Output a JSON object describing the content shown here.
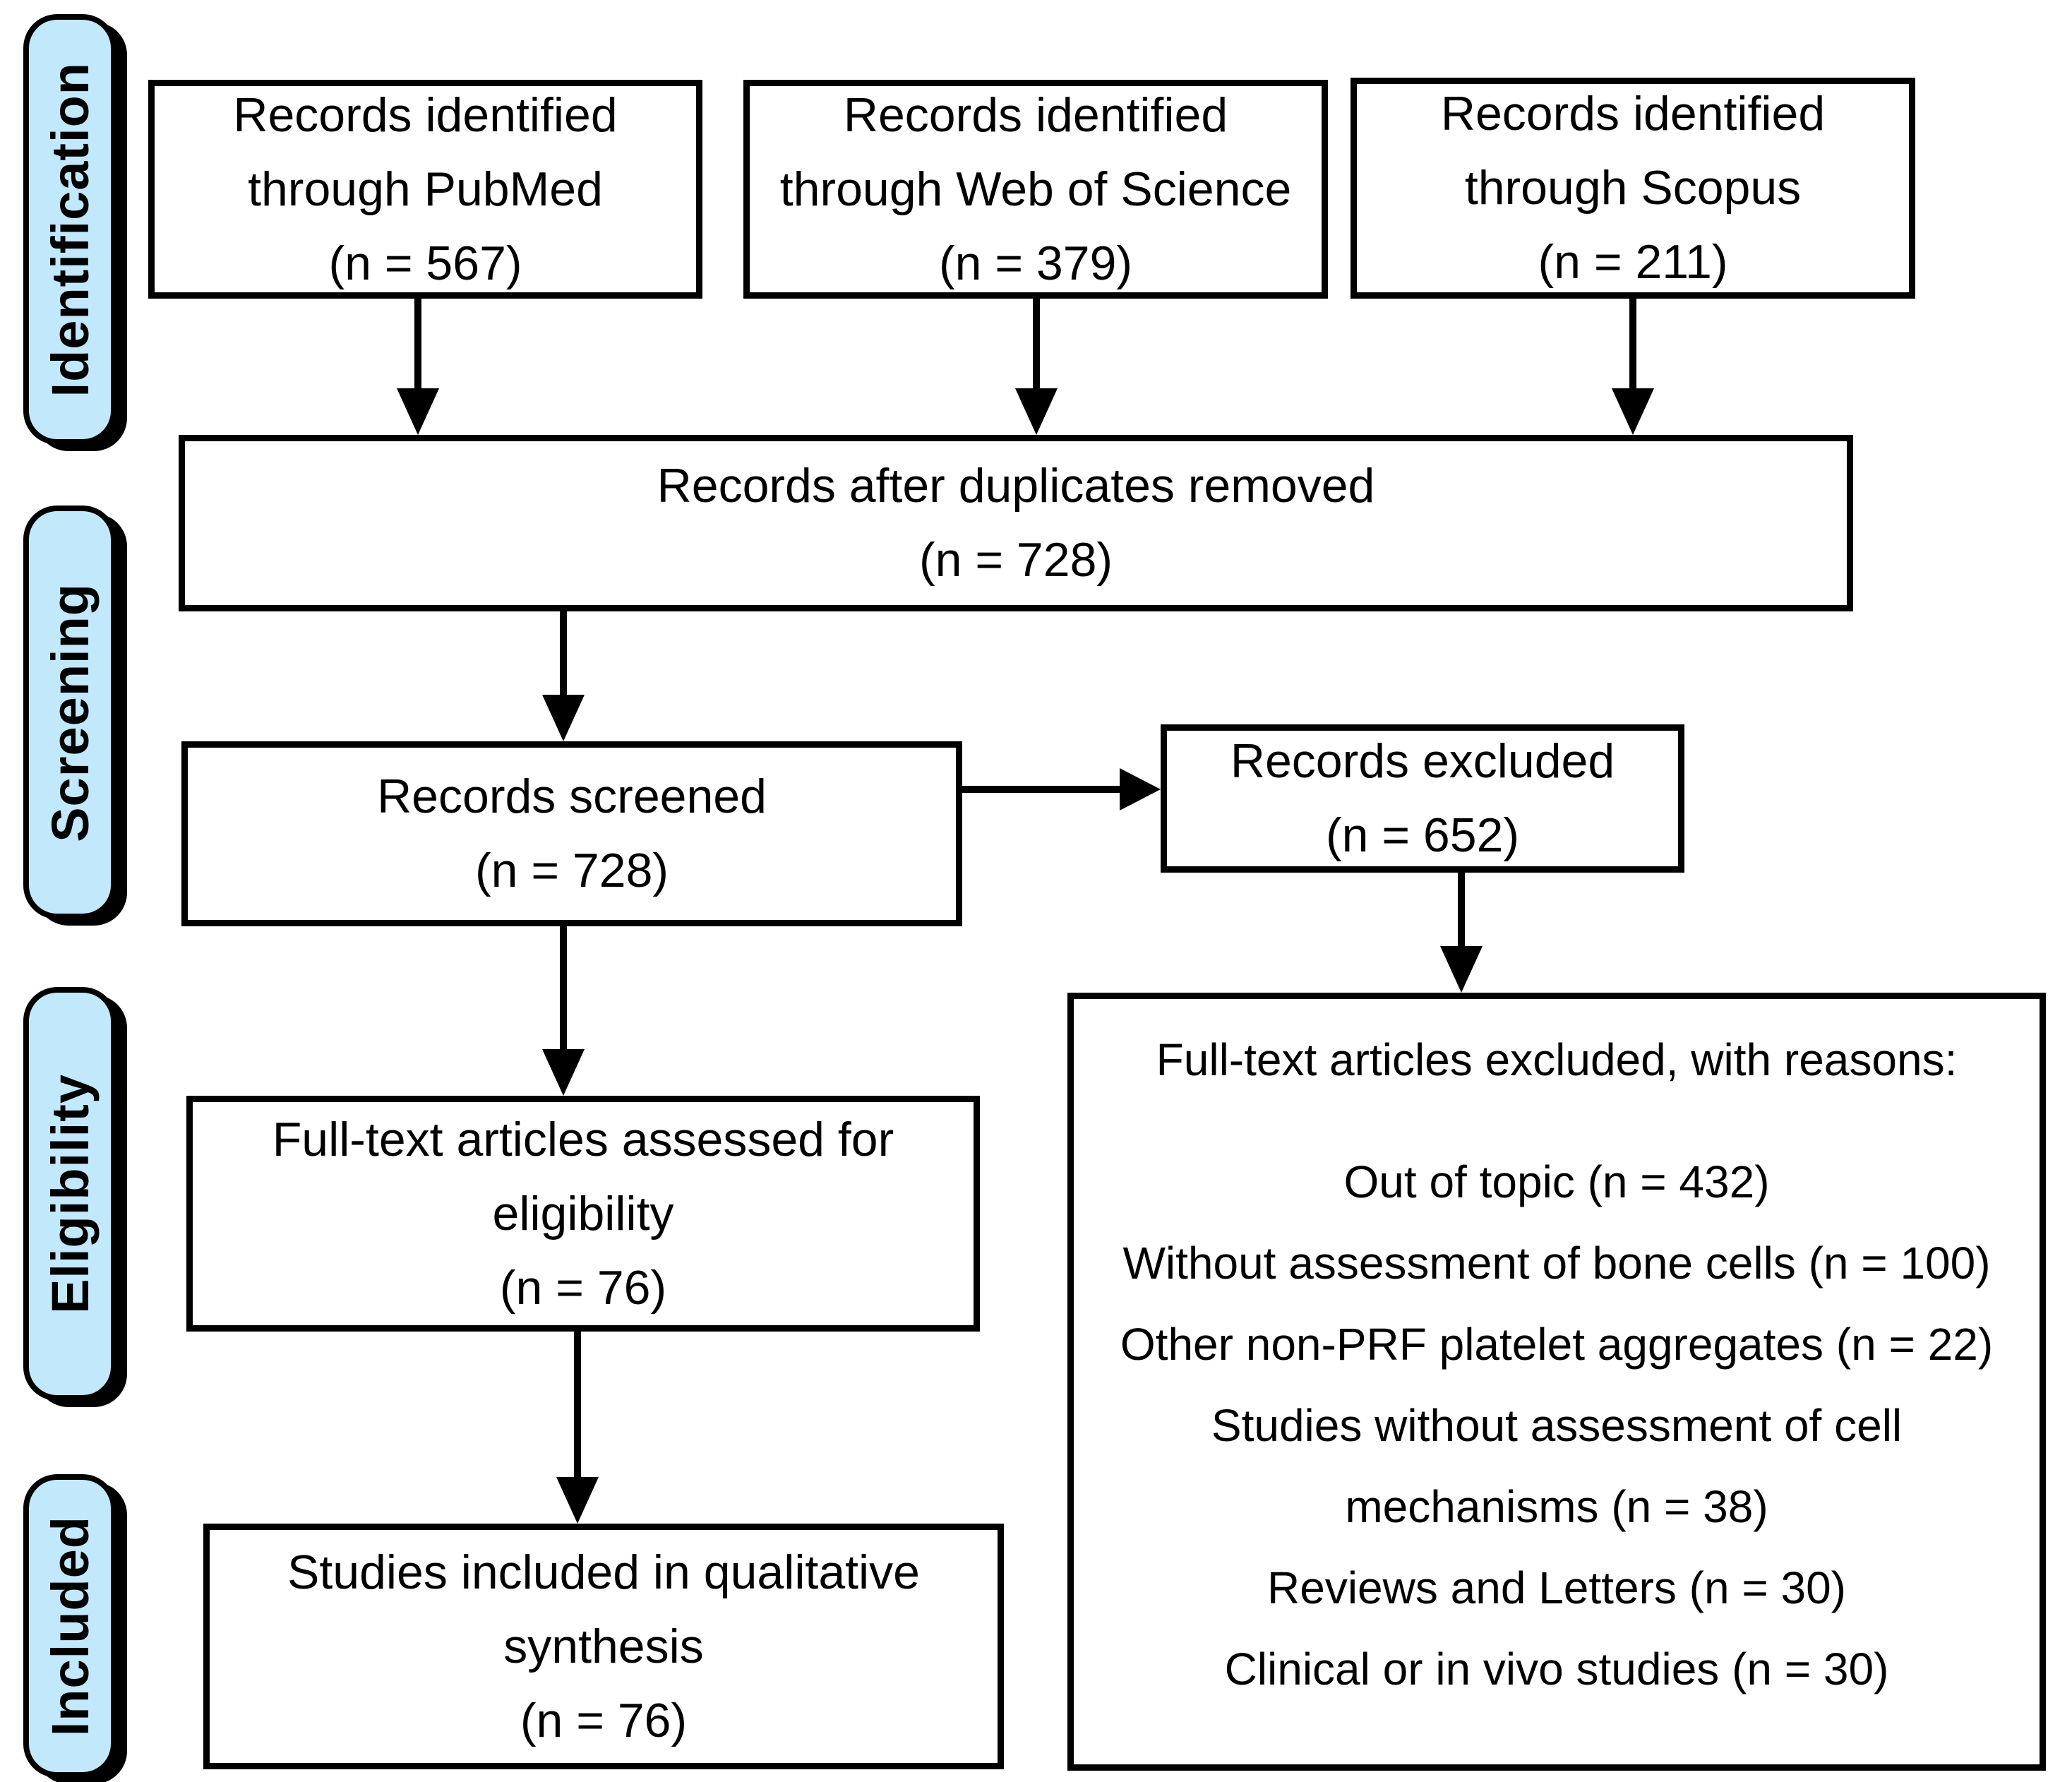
{
  "colors": {
    "stage_fill": "#c2e8fb",
    "line_color": "#000000",
    "background": "#ffffff"
  },
  "stages": [
    {
      "label": "Identification"
    },
    {
      "label": "Screening"
    },
    {
      "label": "Eligibility"
    },
    {
      "label": "Included"
    }
  ],
  "boxes": {
    "pubmed": {
      "lines": [
        "Records identified",
        "through PubMed",
        "(n = 567)"
      ]
    },
    "web_of_science": {
      "lines": [
        "Records identified",
        "through Web of Science",
        "(n = 379)"
      ]
    },
    "scopus": {
      "lines": [
        "Records identified",
        "through Scopus",
        "(n = 211)"
      ]
    },
    "duplicates_removed": {
      "lines": [
        "Records after duplicates removed",
        "(n = 728)"
      ]
    },
    "records_screened": {
      "lines": [
        "Records screened",
        "(n = 728)"
      ]
    },
    "records_excluded": {
      "lines": [
        "Records excluded",
        "(n = 652)"
      ]
    },
    "fulltext_assessed": {
      "lines": [
        "Full-text articles assessed for",
        "eligibility",
        "(n = 76)"
      ]
    },
    "studies_included": {
      "lines": [
        "Studies included in qualitative",
        "synthesis",
        "(n = 76)"
      ]
    },
    "fulltext_excluded": {
      "title": "Full-text articles excluded, with reasons:",
      "reasons": [
        "Out of topic (n = 432)",
        "Without assessment of bone cells (n = 100)",
        "Other non-PRF platelet aggregates (n = 22)",
        "Studies without assessment of cell mechanisms (n = 38)",
        "Reviews and Letters (n = 30)",
        "Clinical or in vivo studies (n = 30)"
      ]
    }
  }
}
